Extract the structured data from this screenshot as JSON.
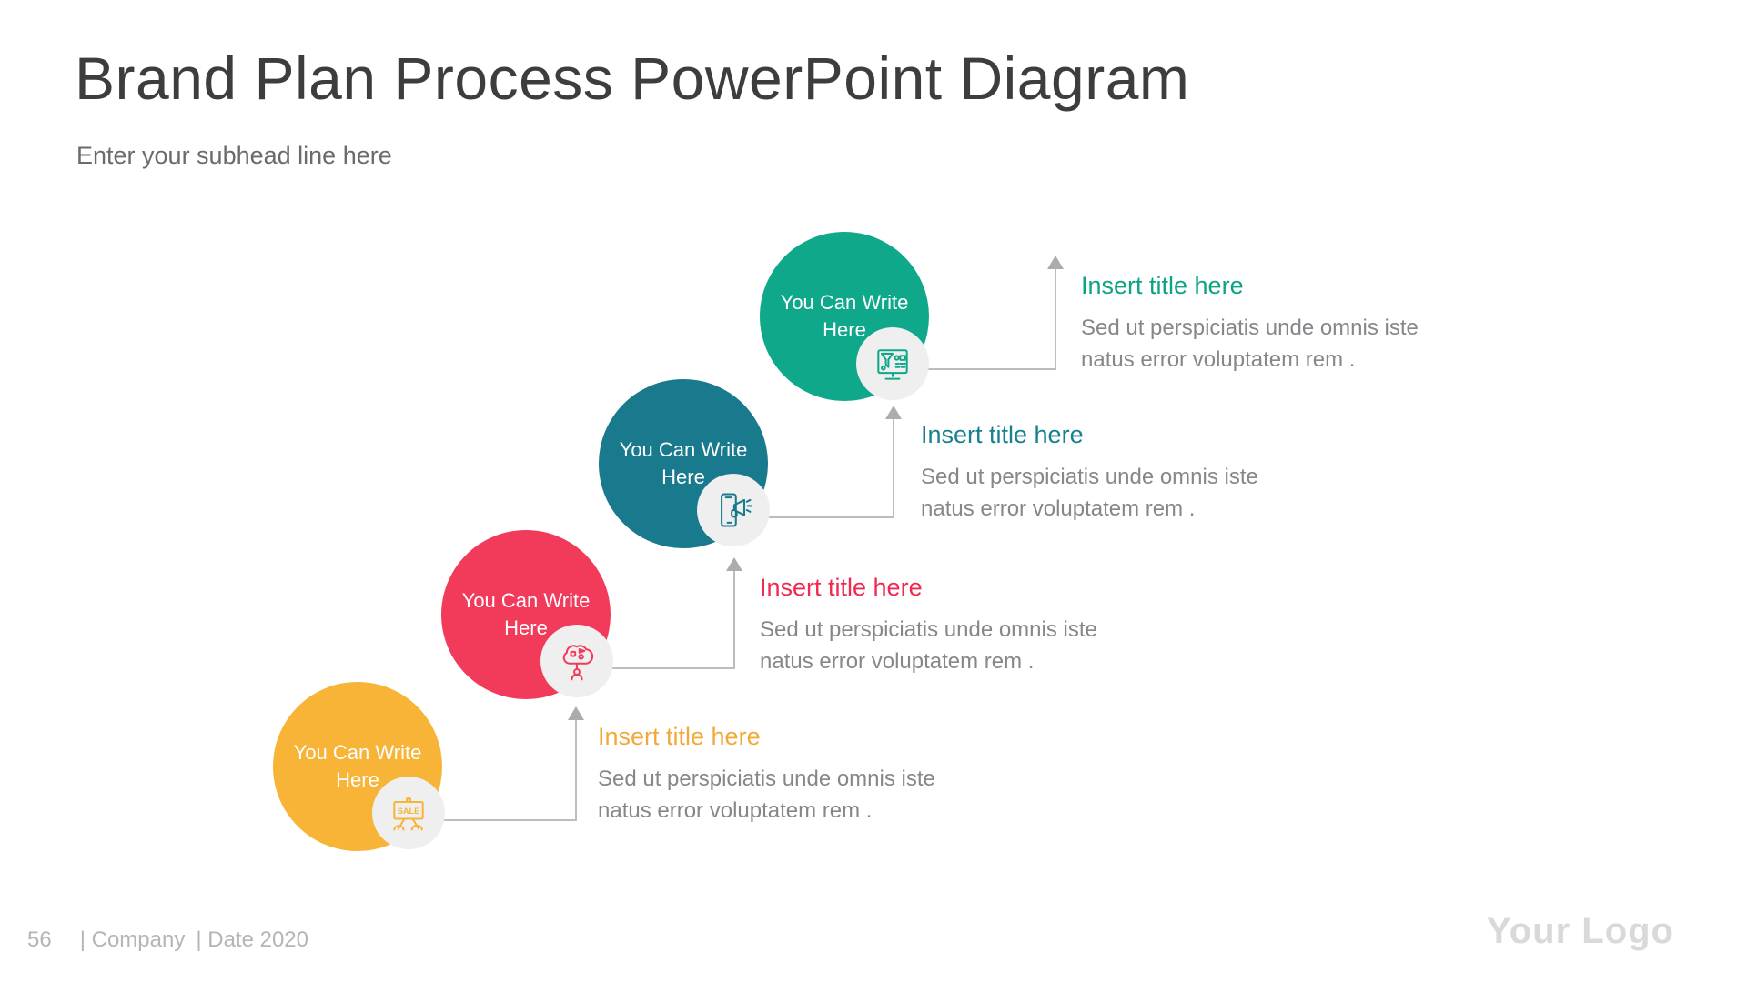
{
  "header": {
    "title": "Brand Plan Process PowerPoint Diagram",
    "subtitle": "Enter your subhead line here"
  },
  "steps": [
    {
      "circle_label": "You Can Write Here",
      "title": "Insert title here",
      "body": "Sed ut perspiciatis unde omnis iste natus error voluptatem rem .",
      "color": "#F7B437",
      "title_color": "#F2A93B",
      "icon": "sale-sign-icon",
      "icon_text": "SALE"
    },
    {
      "circle_label": "You Can Write Here",
      "title": "Insert title here",
      "body": "Sed ut perspiciatis unde omnis iste natus error voluptatem rem .",
      "color": "#F23A5A",
      "title_color": "#EF2950",
      "icon": "brand-tree-icon"
    },
    {
      "circle_label": "You Can Write Here",
      "title": "Insert title here",
      "body": "Sed ut perspiciatis unde omnis iste natus error voluptatem rem .",
      "color": "#187A8C",
      "title_color": "#17808F",
      "icon": "mobile-megaphone-icon"
    },
    {
      "circle_label": "You Can Write Here",
      "title": "Insert title here",
      "body": "Sed ut perspiciatis unde omnis iste natus error voluptatem rem .",
      "color": "#10A88B",
      "title_color": "#0EA383",
      "icon": "funnel-monitor-icon"
    }
  ],
  "footer": {
    "page_number": "56",
    "company": "| Company",
    "date": "| Date 2020",
    "logo": "Your Logo"
  },
  "colors": {
    "title_text": "#3d3d3d",
    "subtitle_text": "#6b6b6b",
    "body_text": "#85878a",
    "connector": "#bdbdbd",
    "badge_background": "#efefef",
    "footer_text": "#b5b5b5",
    "logo_text": "#d9d9d9"
  }
}
